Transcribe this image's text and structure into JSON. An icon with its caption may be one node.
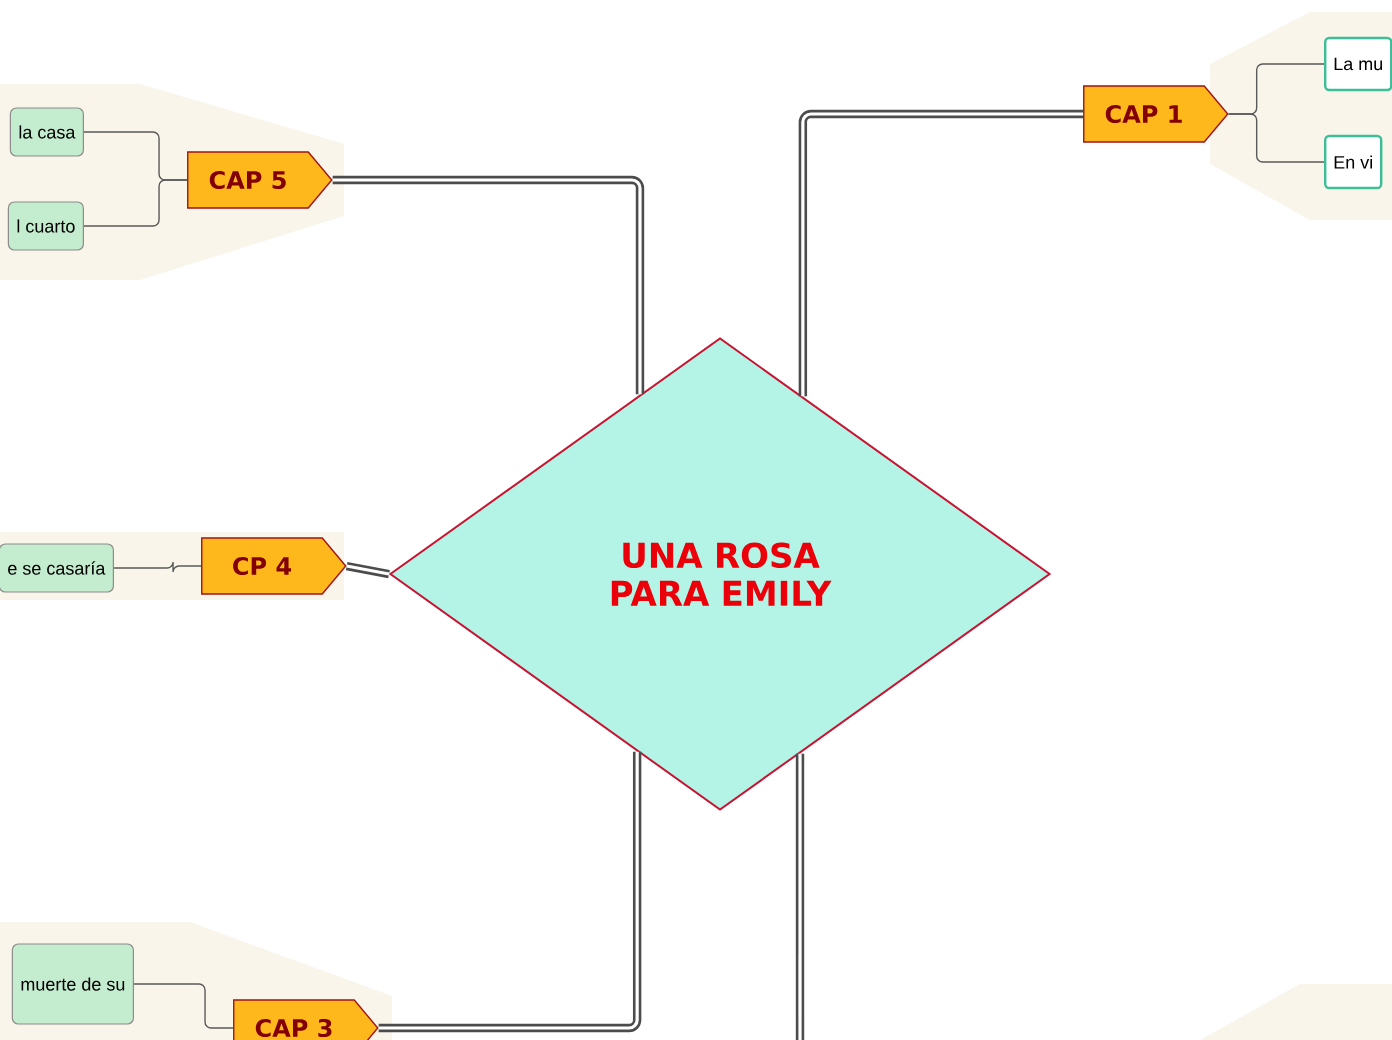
{
  "diagram": {
    "nodes": [
      {
        "text": [
          "UNA ROSA PARA EMILY"
        ]
      },
      {
        "text": [
          "CAP 1"
        ]
      },
      {
        "text": [
          "La mu"
        ]
      },
      {
        "text": [
          "En vi"
        ]
      },
      {
        "text": [
          "CAP 5"
        ]
      },
      {
        "text": [
          "la casa"
        ]
      },
      {
        "text": [
          "l cuarto"
        ]
      },
      {
        "text": [
          "CP 4"
        ]
      },
      {
        "text": [
          "e se casaría"
        ]
      },
      {
        "text": [
          "CAP 3"
        ]
      },
      {
        "text": [
          "muerte de su"
        ]
      }
    ],
    "edges": [
      {
        "from": 0,
        "to": 1,
        "arrow": "none",
        "style": "thick"
      },
      {
        "from": 1,
        "to": 2,
        "arrow": "none"
      },
      {
        "from": 1,
        "to": 3,
        "arrow": "none"
      },
      {
        "from": 0,
        "to": 4,
        "arrow": "none",
        "style": "thick"
      },
      {
        "from": 4,
        "to": 5,
        "arrow": "none"
      },
      {
        "from": 4,
        "to": 6,
        "arrow": "none"
      },
      {
        "from": 0,
        "to": 7,
        "arrow": "none",
        "style": "thick"
      },
      {
        "from": 7,
        "to": 8,
        "arrow": "none"
      },
      {
        "from": 0,
        "to": 9,
        "arrow": "none",
        "style": "thick"
      },
      {
        "from": 9,
        "to": 10,
        "arrow": "none"
      },
      {
        "from": 0,
        "to": null,
        "arrow": "none",
        "style": "thick"
      }
    ]
  }
}
